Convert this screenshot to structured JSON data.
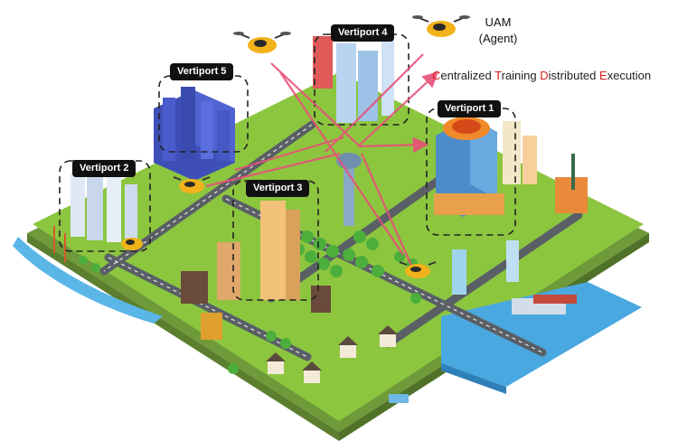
{
  "agent": {
    "line1": "UAM",
    "line2": "(Agent)"
  },
  "title": {
    "parts": [
      {
        "text": "C",
        "accent": true
      },
      {
        "text": "entralized ",
        "accent": false
      },
      {
        "text": "T",
        "accent": true
      },
      {
        "text": "raining ",
        "accent": false
      },
      {
        "text": "D",
        "accent": true
      },
      {
        "text": "istributed ",
        "accent": false
      },
      {
        "text": "E",
        "accent": true
      },
      {
        "text": "xecution",
        "accent": false
      }
    ]
  },
  "vertiports": [
    {
      "id": "vp1",
      "label": "Vertiport 1"
    },
    {
      "id": "vp2",
      "label": "Vertiport 2"
    },
    {
      "id": "vp3",
      "label": "Vertiport 3"
    },
    {
      "id": "vp4",
      "label": "Vertiport 4"
    },
    {
      "id": "vp5",
      "label": "Vertiport 5"
    }
  ],
  "colors": {
    "accent_red": "#d81b1b",
    "link_pink": "#e8507a",
    "grass": "#8cc63f",
    "water": "#4aa8e0",
    "drone": "#f2b21a",
    "label_bg": "#111111"
  }
}
